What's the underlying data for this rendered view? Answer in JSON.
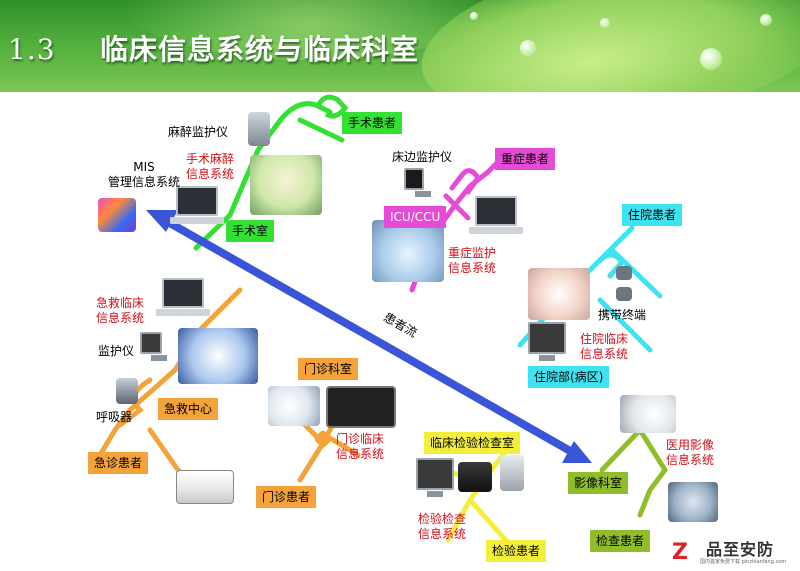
{
  "header": {
    "number": "1.3",
    "title": "临床信息系统与临床科室"
  },
  "nodes": {
    "mis": "MIS",
    "mis_sub": "管理信息系统",
    "anesthesia_monitor": "麻醉监护仪",
    "surgery_info_l1": "手术麻醉",
    "surgery_info_l2": "信息系统",
    "surgery_patient": "手术患者",
    "operating_room": "手术室",
    "bedside_monitor": "床边监护仪",
    "critical_patient": "重症患者",
    "icu": "ICU/CCU",
    "critical_info_l1": "重症监护",
    "critical_info_l2": "信息系统",
    "inpatient": "住院患者",
    "portable_terminal": "携带终端",
    "inpatient_info_l1": "住院临床",
    "inpatient_info_l2": "信息系统",
    "inpatient_dept": "住院部(病区)",
    "emergency_info_l1": "急救临床",
    "emergency_info_l2": "信息系统",
    "monitor": "监护仪",
    "ventilator": "呼吸器",
    "emergency_center": "急救中心",
    "emergency_patient": "急诊患者",
    "outpatient_dept": "门诊科室",
    "outpatient_info_l1": "门诊临床",
    "outpatient_info_l2": "信息系统",
    "outpatient_patient": "门诊患者",
    "patient_flow": "患者流",
    "lab_room": "临床检验检查室",
    "lab_info_l1": "检验检查",
    "lab_info_l2": "信息系统",
    "lab_patient": "检验患者",
    "imaging_info_l1": "医用影像",
    "imaging_info_l2": "信息系统",
    "imaging_dept": "影像科室",
    "exam_patient": "检查患者"
  },
  "logo": {
    "mark": "Z",
    "name": "品至安防",
    "sub": "国内首家免费下载 pinzhianfang.com"
  },
  "colors": {
    "green": "#33e033",
    "magenta": "#e64ad7",
    "cyan": "#3de3f0",
    "orange": "#f4a23a",
    "yellow": "#f2ee3a",
    "olive": "#8fbe2a",
    "arrow": "#3a55d8"
  }
}
